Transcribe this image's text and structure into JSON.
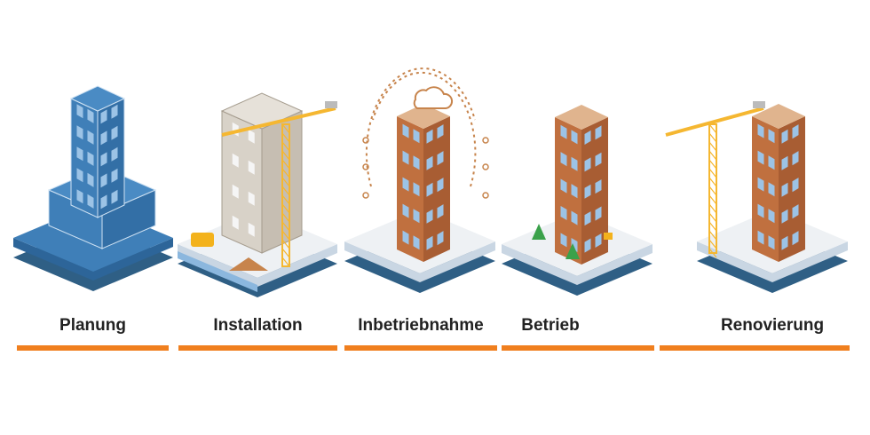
{
  "stages": [
    {
      "label": "Planung"
    },
    {
      "label": "Installation"
    },
    {
      "label": "Inbetriebnahme"
    },
    {
      "label": "Betrieb"
    },
    {
      "label": "Renovierung"
    }
  ],
  "colors": {
    "accent": "#f07f1e",
    "shadow": "#2f5f85",
    "blueprint": "#3f7fb8",
    "brick": "#b8683c",
    "crane": "#f5b731"
  }
}
